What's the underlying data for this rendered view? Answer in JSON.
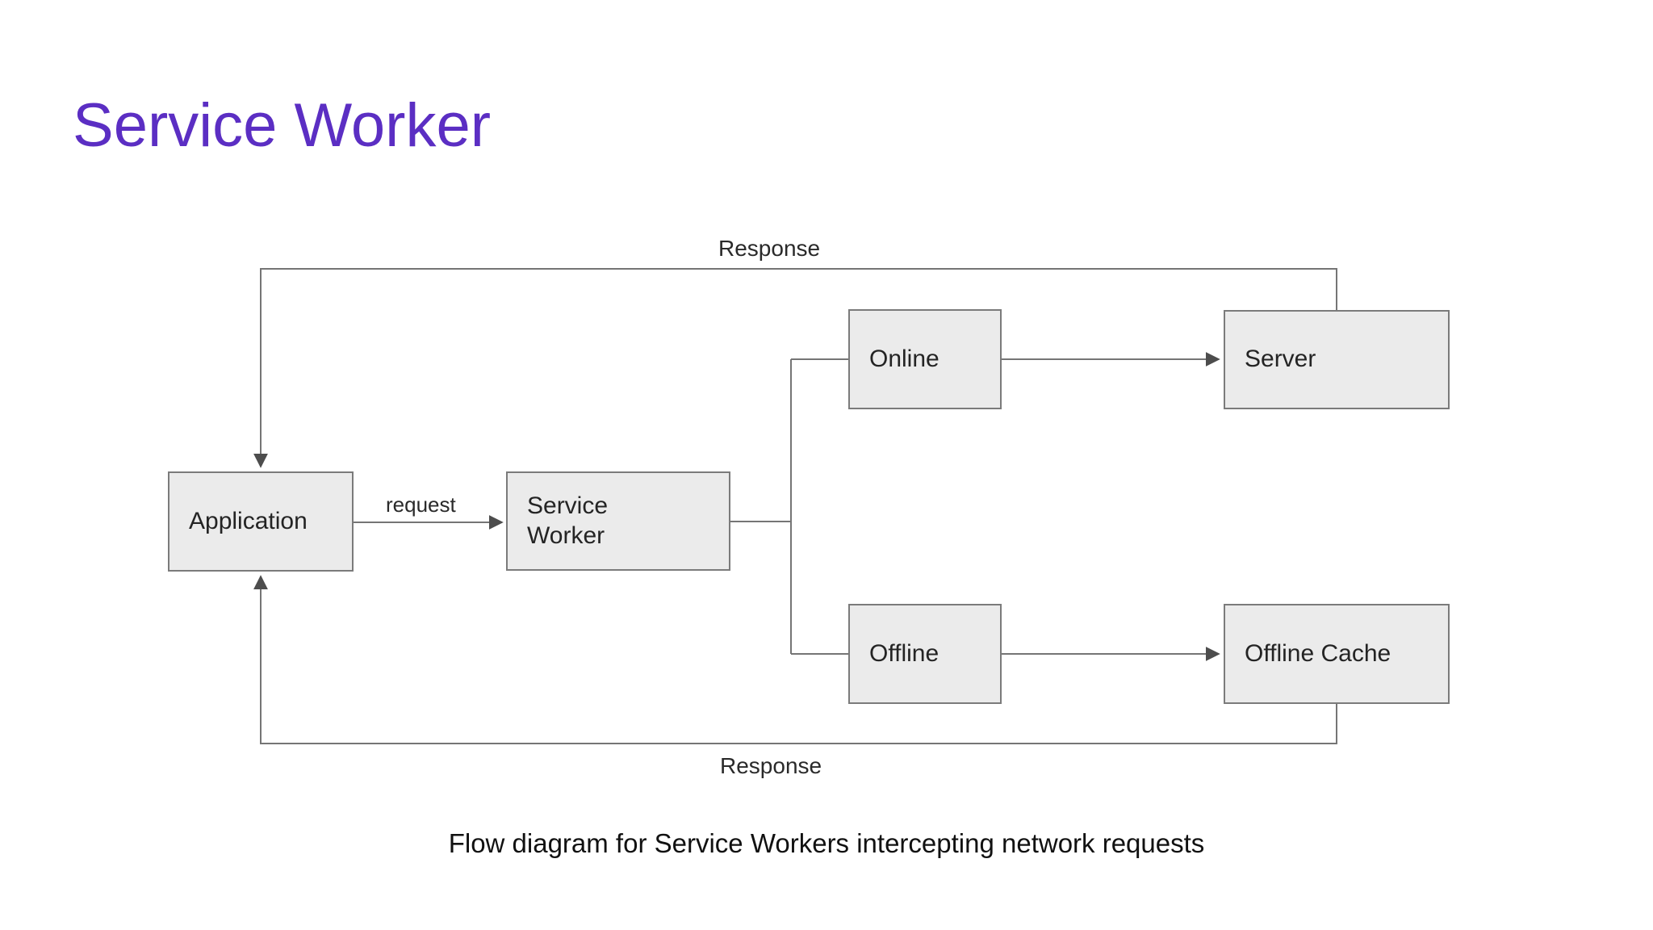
{
  "page": {
    "title": "Service Worker",
    "caption": "Flow diagram for Service Workers intercepting network requests"
  },
  "diagram": {
    "nodes": [
      {
        "id": "application",
        "label": "Application"
      },
      {
        "id": "service-worker",
        "label": "Service Worker"
      },
      {
        "id": "online",
        "label": "Online"
      },
      {
        "id": "server",
        "label": "Server"
      },
      {
        "id": "offline",
        "label": "Offline"
      },
      {
        "id": "offline-cache",
        "label": "Offline Cache"
      }
    ],
    "edge_labels": {
      "request": "request",
      "response_top": "Response",
      "response_bottom": "Response"
    },
    "edges": [
      "Application -> Service Worker (request)",
      "Service Worker -> Online / Offline branch",
      "Online -> Server",
      "Offline -> Offline Cache",
      "Server -> Application (Response, top loop)",
      "Offline Cache -> Application (Response, bottom loop)"
    ]
  },
  "colors": {
    "title": "#5b2ec3",
    "node_fill": "#ebebeb",
    "node_border": "#7b7b7b",
    "edge_stroke": "#757575",
    "arrowhead": "#4d4d4d",
    "text": "#242424",
    "background": "#ffffff"
  }
}
